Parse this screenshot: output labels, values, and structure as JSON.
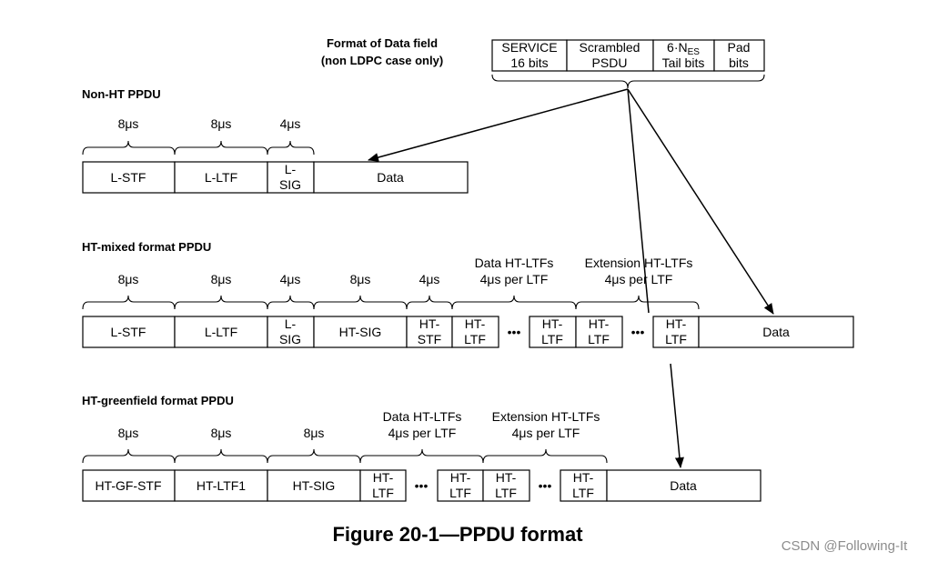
{
  "data_field": {
    "title_line1": "Format of Data field",
    "title_line2": "(non LDPC case only)",
    "cells": [
      {
        "line1": "SERVICE",
        "line2": "16 bits"
      },
      {
        "line1": "Scrambled",
        "line2": "PSDU"
      },
      {
        "line1_prefix": "6·N",
        "line1_sub": "ES",
        "line2": "Tail bits"
      },
      {
        "line1": "Pad",
        "line2": "bits"
      }
    ]
  },
  "non_ht": {
    "title": "Non-HT PPDU",
    "durations": [
      "8μs",
      "8μs",
      "4μs"
    ],
    "fields": [
      {
        "line1": "L-STF"
      },
      {
        "line1": "L-LTF"
      },
      {
        "line1": "L-",
        "line2": "SIG"
      },
      {
        "line1": "Data"
      }
    ]
  },
  "ht_mixed": {
    "title": "HT-mixed format PPDU",
    "durations": [
      "8μs",
      "8μs",
      "4μs",
      "8μs",
      "4μs"
    ],
    "data_ltfs": {
      "line1": "Data HT-LTFs",
      "line2": "4μs per LTF"
    },
    "ext_ltfs": {
      "line1": "Extension HT-LTFs",
      "line2": "4μs per LTF"
    },
    "fields": [
      {
        "line1": "L-STF"
      },
      {
        "line1": "L-LTF"
      },
      {
        "line1": "L-",
        "line2": "SIG"
      },
      {
        "line1": "HT-SIG"
      },
      {
        "line1": "HT-",
        "line2": "STF"
      },
      {
        "line1": "HT-",
        "line2": "LTF"
      },
      {
        "line1": "HT-",
        "line2": "LTF"
      },
      {
        "line1": "HT-",
        "line2": "LTF"
      },
      {
        "line1": "HT-",
        "line2": "LTF"
      },
      {
        "line1": "Data"
      }
    ],
    "ellipsis": "•••"
  },
  "ht_greenfield": {
    "title": "HT-greenfield format PPDU",
    "durations": [
      "8μs",
      "8μs",
      "8μs"
    ],
    "data_ltfs": {
      "line1": "Data HT-LTFs",
      "line2": "4μs per LTF"
    },
    "ext_ltfs": {
      "line1": "Extension HT-LTFs",
      "line2": "4μs per LTF"
    },
    "fields": [
      {
        "line1": "HT-GF-STF"
      },
      {
        "line1": "HT-LTF1"
      },
      {
        "line1": "HT-SIG"
      },
      {
        "line1": "HT-",
        "line2": "LTF"
      },
      {
        "line1": "HT-",
        "line2": "LTF"
      },
      {
        "line1": "HT-",
        "line2": "LTF"
      },
      {
        "line1": "HT-",
        "line2": "LTF"
      },
      {
        "line1": "Data"
      }
    ],
    "ellipsis": "•••"
  },
  "caption": "Figure 20-1—PPDU format",
  "watermark": "CSDN @Following-It"
}
